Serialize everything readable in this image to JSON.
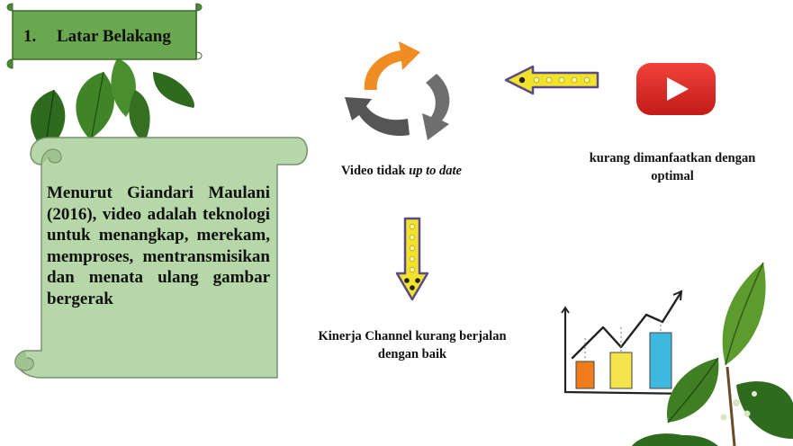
{
  "heading": {
    "number": "1.",
    "label": "Latar Belakang"
  },
  "definition": {
    "text": "Menurut Giandari Maulani (2016), video adalah teknologi untuk menangkap, merekam, memproses, mentransmisikan dan menata ulang gambar bergerak"
  },
  "cycle_caption": {
    "prefix": "Video tidak ",
    "emphasis": "up to date"
  },
  "youtube_caption": {
    "text": "kurang dimanfaatkan dengan optimal"
  },
  "performance_caption": {
    "text": "Kinerja Channel kurang berjalan dengan baik"
  },
  "colors": {
    "ribbon_green": "#6aa84f",
    "scroll_green": "#b6d7a8",
    "youtube_red": "#e02424",
    "arrow_yellow": "#f1e32b",
    "arrow_purple": "#5b4a8a",
    "cycle_orange": "#ef8c22",
    "cycle_gray": "#555555"
  },
  "icons": [
    "youtube-logo-icon",
    "refresh-cycle-icon",
    "arrow-left-icon",
    "arrow-down-icon",
    "growth-chart-icon",
    "leaf-decoration-icon"
  ]
}
